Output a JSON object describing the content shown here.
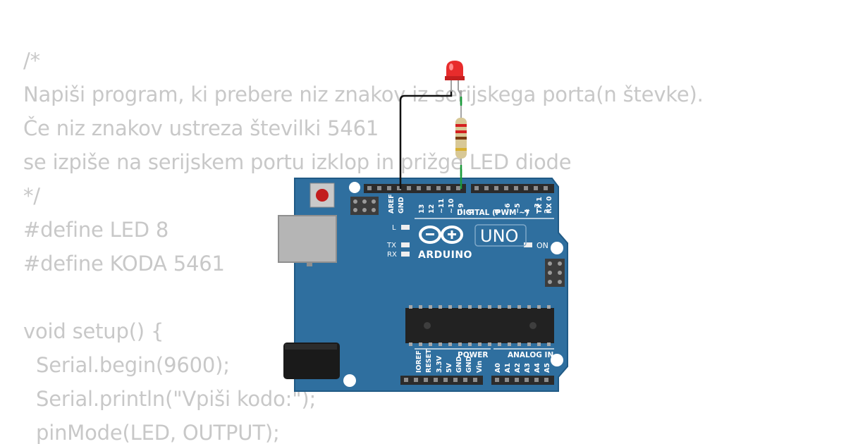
{
  "code": {
    "lines": [
      "/*",
      "Napiši program, ki prebere niz znakov iz serijskega porta(n števke).",
      "Če niz znakov ustreza številki 5461",
      "se izpiše na serijskem portu izklop in prižge LED diode",
      "*/",
      "#define LED 8",
      "#define KODA 5461",
      "",
      "void setup() {",
      "  Serial.begin(9600);",
      "  Serial.println(\"Vpiši kodo:\");",
      "  pinMode(LED, OUTPUT);"
    ]
  },
  "board": {
    "model": "UNO",
    "brand": "ARDUINO",
    "header_labels": {
      "digital": "DIGITAL (PWM ~)",
      "power": "POWER",
      "analog": "ANALOG IN",
      "on": "ON",
      "l": "L",
      "tx": "TX",
      "rx": "RX"
    },
    "top_pins": [
      "AREF",
      "GND",
      "13",
      "12",
      "~11",
      "~10",
      "~9",
      "8",
      "7",
      "~6",
      "~5",
      "4",
      "~3",
      "2",
      "TX 1",
      "RX 0"
    ],
    "power_pins": [
      "IOREF",
      "RESET",
      "3.3V",
      "5V",
      "GND",
      "GND",
      "Vin"
    ],
    "analog_pins": [
      "A0",
      "A1",
      "A2",
      "A3",
      "A4",
      "A5"
    ],
    "colors": {
      "board": "#2f6f9f",
      "board_edge": "#205a85",
      "led_red": "#e82c2c",
      "wire_green": "#1a9a3a",
      "wire_black": "#111111"
    }
  }
}
